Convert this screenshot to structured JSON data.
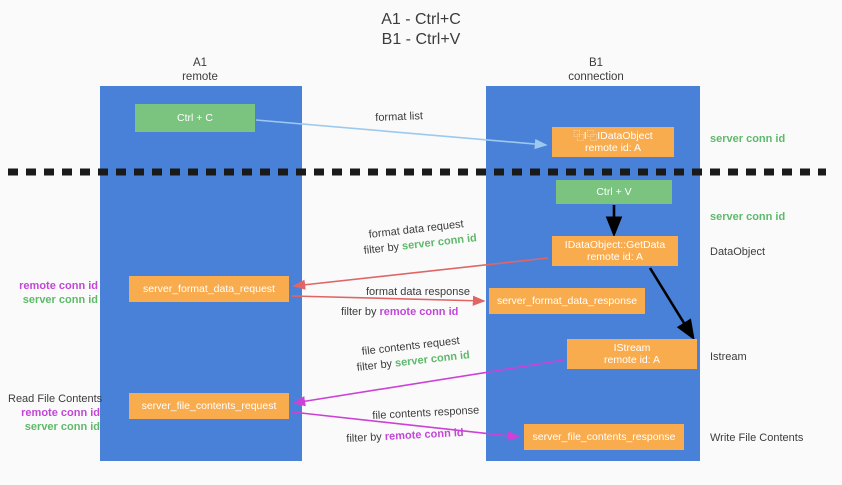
{
  "title": {
    "line1": "A1 - Ctrl+C",
    "line2": "B1 - Ctrl+V"
  },
  "columns": {
    "a": {
      "name": "A1",
      "role": "remote"
    },
    "b": {
      "name": "B1",
      "role": "connection"
    }
  },
  "boxes": {
    "ctrl_c": "Ctrl + C",
    "ctrl_v": "Ctrl + V",
    "idataobject_line1": "⿻I⿻IDataObject",
    "idataobject_line2": "remote id: A",
    "getdata_line1": "IDataObject::GetData",
    "getdata_line2": "remote id: A",
    "istream_line1": "IStream",
    "istream_line2": "remote id: A",
    "server_format_data_request": "server_format_data_request",
    "server_format_data_response": "server_format_data_response",
    "server_file_contents_request": "server_file_contents_request",
    "server_file_contents_response": "server_file_contents_response"
  },
  "right_labels": {
    "server_conn_id_1": "server conn id",
    "server_conn_id_2": "server conn id",
    "dataobject": "DataObject",
    "istream": "Istream",
    "write_file_contents": "Write File Contents"
  },
  "left_labels": {
    "remote_conn_id_1": "remote conn id",
    "server_conn_id_1": "server conn id",
    "read_file_contents": "Read File Contents",
    "remote_conn_id_2": "remote conn id",
    "server_conn_id_2": "server conn id"
  },
  "edge_labels": {
    "format_list": "format list",
    "format_data_request": "format data request",
    "format_data_request_filter_prefix": "filter by ",
    "format_data_request_filter_value": "server conn id",
    "format_data_response": "format data response",
    "format_data_response_filter_prefix": "filter by ",
    "format_data_response_filter_value": "remote conn id",
    "file_contents_request": "file contents request",
    "file_contents_request_filter_prefix": "filter by ",
    "file_contents_request_filter_value": "server conn id",
    "file_contents_response": "file contents response",
    "file_contents_response_filter_prefix": "filter by ",
    "file_contents_response_filter_value": "remote conn id"
  },
  "colors": {
    "column": "#4a81d8",
    "green_box": "#7ac47f",
    "orange_box": "#f9ac4e",
    "light_blue_arrow": "#9cc9ee",
    "red_arrow": "#e06666",
    "magenta_arrow": "#cc41d6",
    "black_arrow": "#000000",
    "green_text": "#5fb96a",
    "purple_text": "#c246d8",
    "divider": "#1a1a1a",
    "background": "#fafafa"
  }
}
